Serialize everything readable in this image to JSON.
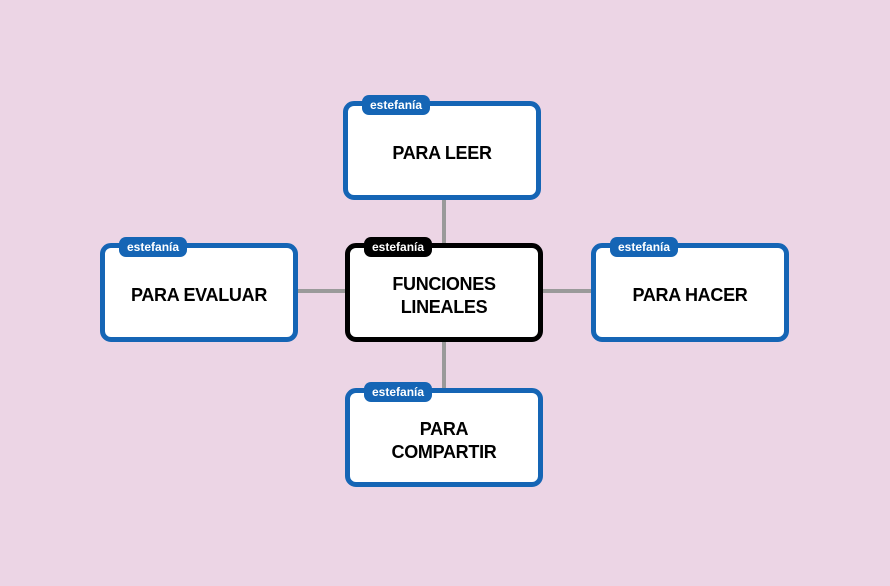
{
  "diagram": {
    "type": "mind-map",
    "colors": {
      "background": "#ecd5e5",
      "topic_border": "#1565b5",
      "central_border": "#000000",
      "connector": "#9a9a9a"
    },
    "central": {
      "label": "FUNCIONES\nLINEALES",
      "author": "estefanía"
    },
    "branches": [
      {
        "id": "top",
        "label": "PARA LEER",
        "author": "estefanía"
      },
      {
        "id": "left",
        "label": "PARA EVALUAR",
        "author": "estefanía"
      },
      {
        "id": "right",
        "label": "PARA HACER",
        "author": "estefanía"
      },
      {
        "id": "bottom",
        "label": "PARA\nCOMPARTIR",
        "author": "estefanía"
      }
    ]
  }
}
